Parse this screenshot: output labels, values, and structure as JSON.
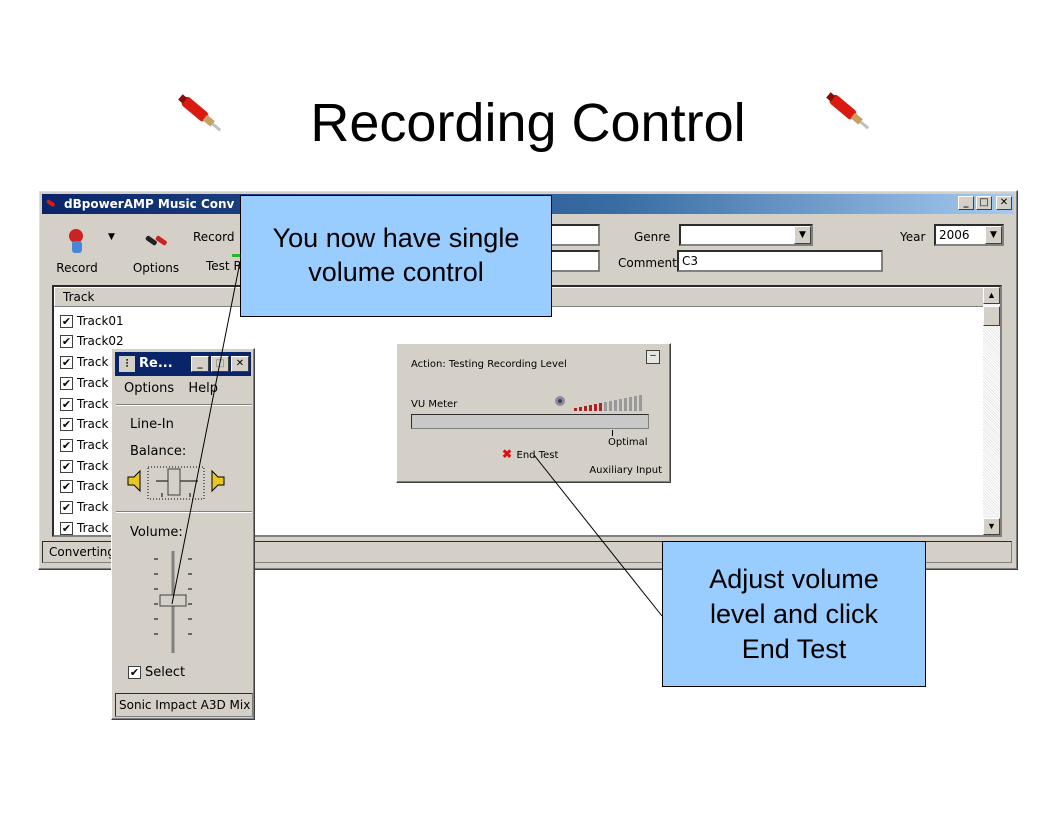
{
  "slide": {
    "title": "Recording Control"
  },
  "main_window": {
    "title": "dBpowerAMP Music Conv",
    "toolbar": {
      "record_label": "Record",
      "options_label": "Options",
      "record_field_label": "Record",
      "test_label": "Test R"
    },
    "fields": {
      "genre_label": "Genre",
      "genre_value": "",
      "comment_label": "Comment",
      "comment_value": "C3",
      "year_label": "Year",
      "year_value": "2006"
    },
    "list": {
      "header": "Track",
      "rows": [
        "Track01",
        "Track02",
        "Track",
        "Track",
        "Track",
        "Track",
        "Track",
        "Track",
        "Track",
        "Track",
        "Track"
      ]
    },
    "status": "Converting"
  },
  "recording_control": {
    "title": "Re...",
    "menu": {
      "options": "Options",
      "help": "Help"
    },
    "line_in": "Line-In",
    "balance": "Balance:",
    "volume": "Volume:",
    "select": "Select",
    "status": "Sonic Impact A3D Mix"
  },
  "test_dialog": {
    "action": "Action: Testing Recording Level",
    "vu_meter": "VU Meter",
    "optimal": "Optimal",
    "end_test": "End Test",
    "aux": "Auxiliary Input"
  },
  "callouts": {
    "top": [
      "You now have single",
      "volume control"
    ],
    "bottom": [
      "Adjust volume",
      "level and click",
      "End Test"
    ]
  },
  "colors": {
    "callout": "#99ccff",
    "titlebar": "#0a246a",
    "window": "#d4d0c8"
  }
}
